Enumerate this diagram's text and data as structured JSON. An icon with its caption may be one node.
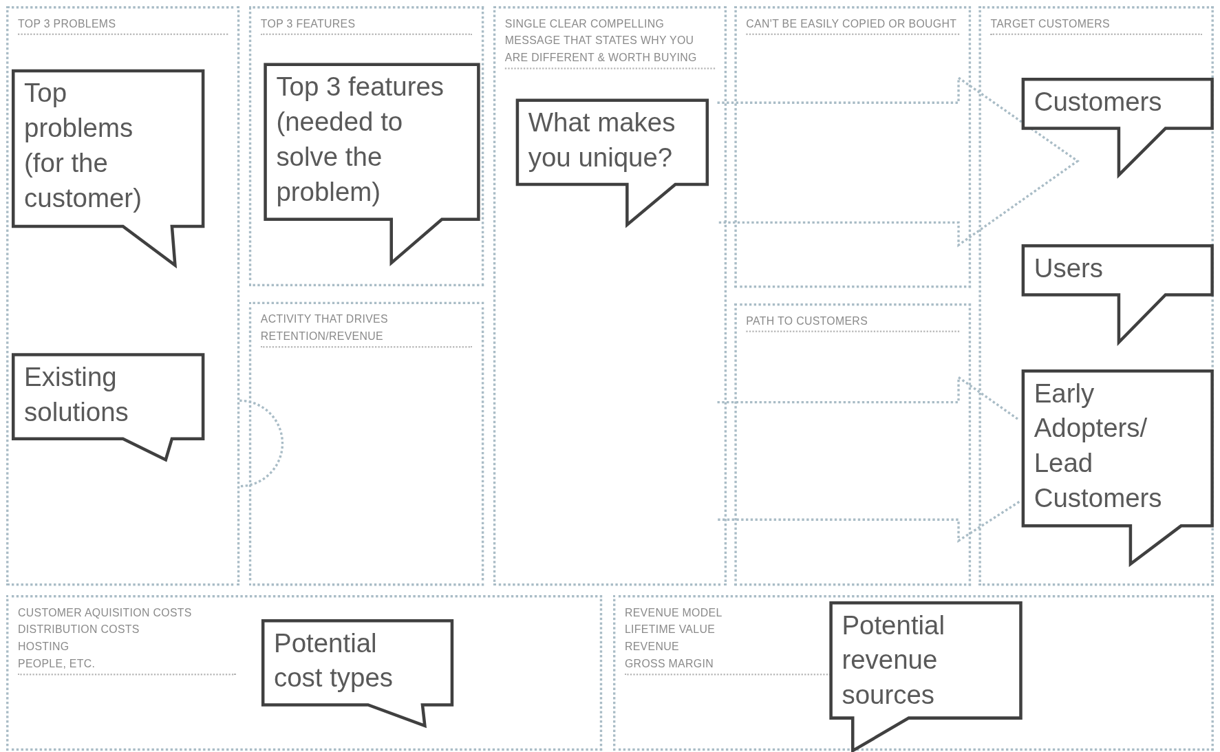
{
  "diagram": {
    "nodes": [
      {
        "text": [
          "TOP 3 PROBLEMS"
        ]
      },
      {
        "text": [
          "Top problems (for the customer)"
        ],
        "in": 0
      },
      {
        "text": [
          "Existing solutions"
        ],
        "in": 0
      },
      {
        "text": [
          "TOP 3 FEATURES"
        ]
      },
      {
        "text": [
          "Top 3 features (needed to solve the problem)"
        ],
        "in": 3
      },
      {
        "text": [
          "SINGLE CLEAR COMPELLING MESSAGE THAT STATES WHY YOU ARE DIFFERENT & WORTH BUYING"
        ]
      },
      {
        "text": [
          "What makes you unique?"
        ],
        "in": 5
      },
      {
        "text": [
          "CAN'T BE EASILY COPIED OR BOUGHT"
        ]
      },
      {
        "text": [
          "TARGET CUSTOMERS"
        ]
      },
      {
        "text": [
          "Customers"
        ],
        "in": 8
      },
      {
        "text": [
          "Users"
        ],
        "in": 8
      },
      {
        "text": [
          "Early Adopters/ Lead Customers"
        ],
        "in": 8
      },
      {
        "text": [
          "ACTIVITY THAT DRIVES RETENTION/REVENUE"
        ]
      },
      {
        "text": [
          "PATH TO CUSTOMERS"
        ]
      },
      {
        "text": [
          "CUSTOMER AQUISITION COSTS",
          "DISTRIBUTION COSTS",
          "HOSTING",
          "PEOPLE, ETC."
        ]
      },
      {
        "text": [
          "Potential cost types"
        ],
        "in": 14
      },
      {
        "text": [
          "REVENUE MODEL",
          "LIFETIME VALUE",
          "REVENUE",
          "GROSS MARGIN"
        ]
      },
      {
        "text": [
          "Potential revenue sources"
        ],
        "in": 16
      }
    ],
    "edges": []
  }
}
